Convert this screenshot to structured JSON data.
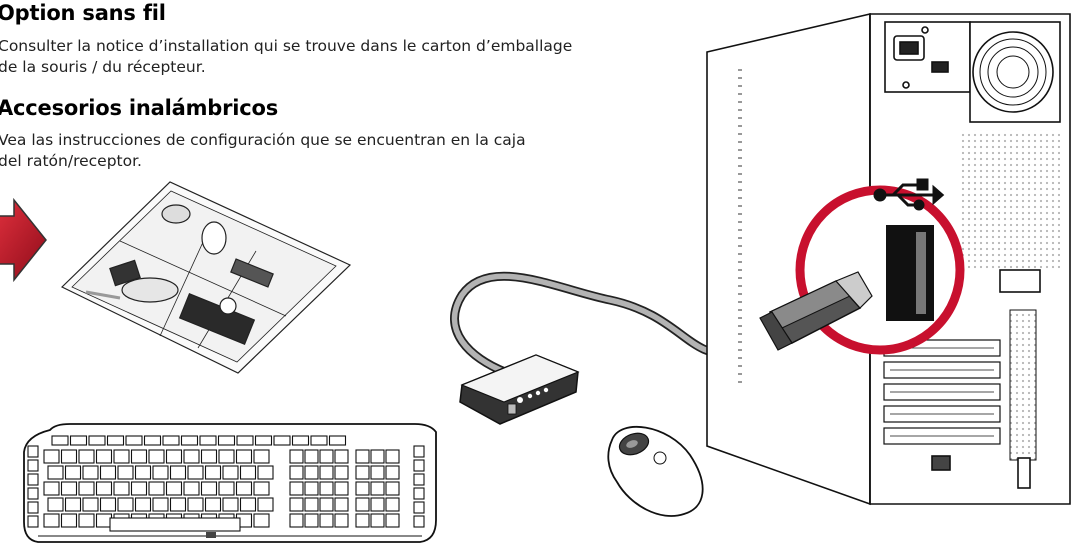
{
  "sections": [
    {
      "heading": "Option sans fil",
      "lines": [
        "Consulter la notice d’installation qui se trouve dans le carton d’emballage",
        "de la souris / du récepteur."
      ]
    },
    {
      "heading": "Accesorios inalámbricos",
      "lines": [
        "Vea las instrucciones de configuración que se encuentran en la caja",
        "del ratón/receptor."
      ]
    }
  ],
  "icons": [
    "usb-symbol-icon",
    "arrow-right-icon",
    "hp-logo-icon"
  ],
  "colors": {
    "accent_red": "#c8102e",
    "line": "#1a1a1a",
    "gray": "#9a9a9a"
  }
}
